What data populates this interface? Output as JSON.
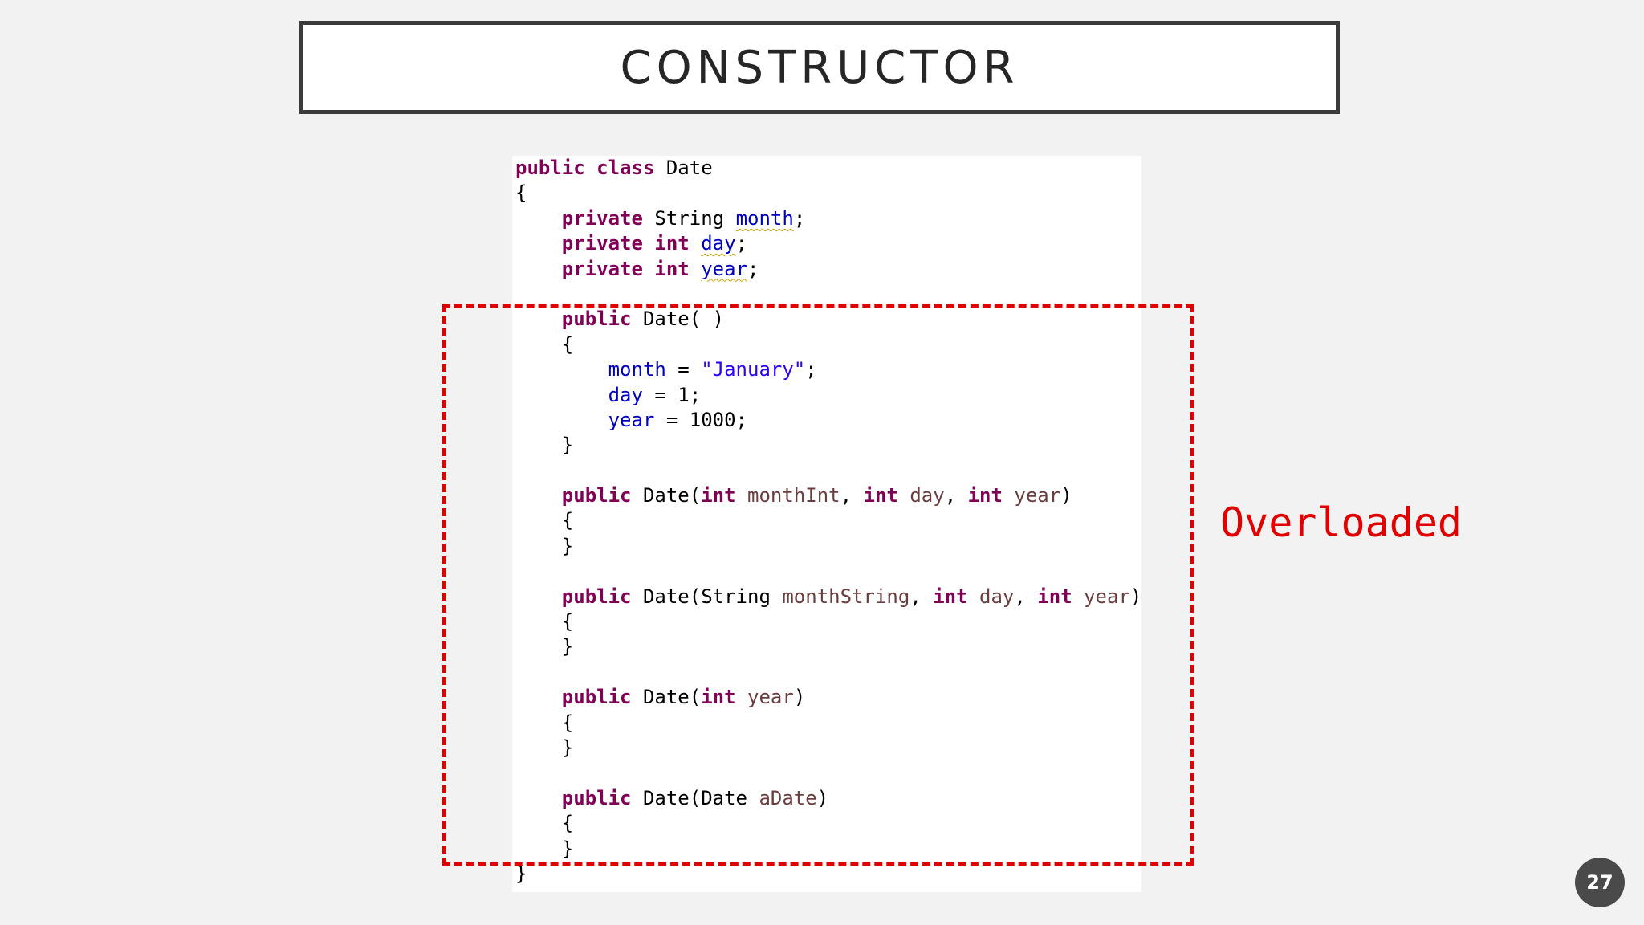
{
  "slide": {
    "title": "CONSTRUCTOR",
    "annotation": "Overloaded",
    "page_number": "27",
    "colors": {
      "keyword": "#7f0055",
      "field": "#0000c0",
      "string": "#2a00ff",
      "parameter": "#6a3e3e",
      "highlight_box": "#e00000",
      "title_border": "#3b3b3b"
    }
  },
  "code": {
    "kw": {
      "public": "public",
      "class": "class",
      "private": "private",
      "int": "int"
    },
    "class_name": "Date",
    "type_string": "String",
    "field_month": "month",
    "field_day": "day",
    "field_year": "year",
    "open_brace": "{",
    "close_brace": "}",
    "semicolon": ";",
    "ctor_name": "Date",
    "ctor1_sig": "( )",
    "assign_month_op": " = ",
    "assign_month_value": "\"January\"",
    "assign_day_rest": " = 1;",
    "assign_year_rest": " = 1000;",
    "open_paren": "(",
    "close_paren": ")",
    "comma_sep": ", ",
    "param_month_int": "monthInt",
    "param_month_string": "monthString",
    "param_day": "day",
    "param_year": "year",
    "param_adate": "aDate"
  }
}
